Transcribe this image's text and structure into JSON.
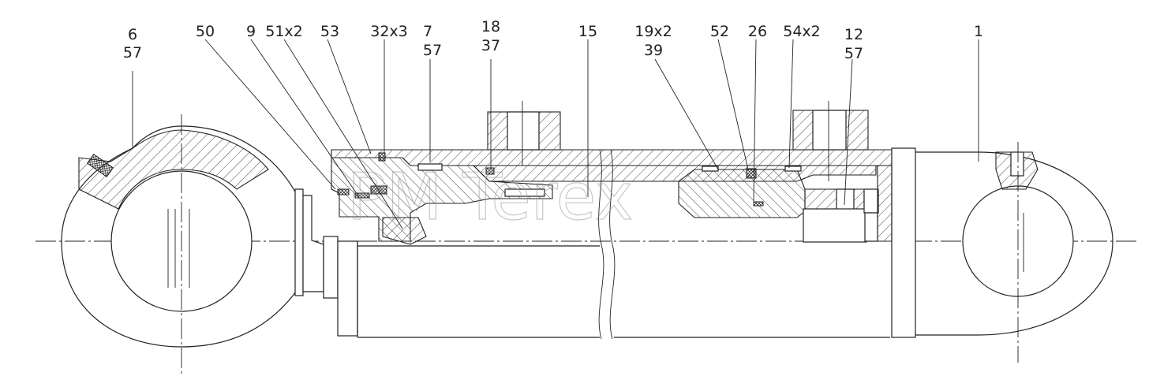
{
  "callouts": [
    {
      "id": "c1",
      "lines": [
        "6",
        "57"
      ]
    },
    {
      "id": "c2",
      "lines": [
        "50"
      ]
    },
    {
      "id": "c3",
      "lines": [
        "9"
      ]
    },
    {
      "id": "c4",
      "lines": [
        "51x2"
      ]
    },
    {
      "id": "c5",
      "lines": [
        "53"
      ]
    },
    {
      "id": "c6",
      "lines": [
        "32x3"
      ]
    },
    {
      "id": "c7",
      "lines": [
        "7",
        "57"
      ]
    },
    {
      "id": "c8",
      "lines": [
        "18",
        "37"
      ]
    },
    {
      "id": "c9",
      "lines": [
        "15"
      ]
    },
    {
      "id": "c10",
      "lines": [
        "19x2",
        "39"
      ]
    },
    {
      "id": "c11",
      "lines": [
        "52"
      ]
    },
    {
      "id": "c12",
      "lines": [
        "26"
      ]
    },
    {
      "id": "c13",
      "lines": [
        "54x2"
      ]
    },
    {
      "id": "c14",
      "lines": [
        "12",
        "57"
      ]
    },
    {
      "id": "c15",
      "lines": [
        "1"
      ]
    }
  ],
  "watermark": "PM Terex"
}
